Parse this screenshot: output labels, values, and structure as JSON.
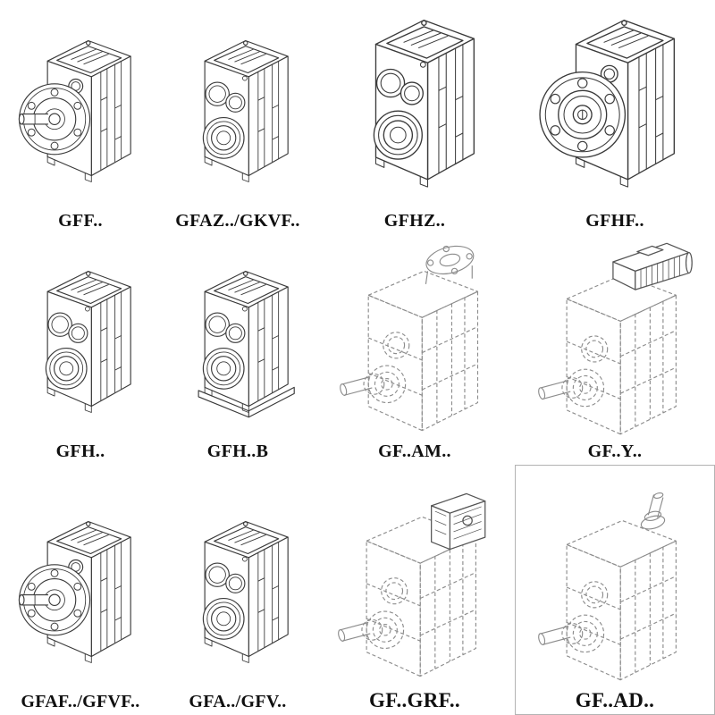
{
  "page": {
    "background": "#ffffff",
    "ink": "#3a3a3a",
    "dashed_ink": "#8c8c8c"
  },
  "grid": {
    "cells": [
      {
        "label": "GFF..",
        "symbol": "#gb-flange-shaft",
        "drawing": "gear-unit-output-flange-with-shaft",
        "line_style": "solid"
      },
      {
        "label": "GFAZ../GKVF..",
        "symbol": "#gb-bore",
        "drawing": "gear-unit-hollow-shaft",
        "line_style": "solid"
      },
      {
        "label": "GFHZ..",
        "symbol": "#gb-bore",
        "drawing": "gear-unit-hollow-shaft",
        "line_style": "solid"
      },
      {
        "label": "GFHF..",
        "symbol": "#gb-flange-front",
        "drawing": "gear-unit-bolt-flange-front",
        "line_style": "solid"
      },
      {
        "label": "GFH..",
        "symbol": "#gb-bore",
        "drawing": "gear-unit-shaft-mounted",
        "line_style": "solid"
      },
      {
        "label": "GFH..B",
        "symbol": "#gb-bore-base",
        "drawing": "gear-unit-with-base-plate",
        "line_style": "solid"
      },
      {
        "label": "GF..AM..",
        "symbol": "#gb-am",
        "drawing": "gear-unit-motor-adapter-flange",
        "line_style": "dashed"
      },
      {
        "label": "GF..Y..",
        "symbol": "#gb-y",
        "drawing": "gear-unit-with-motor",
        "line_style": "dashed"
      },
      {
        "label": "GFAF../GFVF..",
        "symbol": "#gb-flange-shaft",
        "drawing": "gear-unit-output-flange-with-shaft",
        "line_style": "solid"
      },
      {
        "label": "GFA../GFV..",
        "symbol": "#gb-bore",
        "drawing": "gear-unit-hollow-shaft",
        "line_style": "solid"
      },
      {
        "label": "GF..GRF..",
        "symbol": "#gb-grf",
        "drawing": "gear-unit-with-cover-adapter",
        "line_style": "dashed"
      },
      {
        "label": "GF..AD..",
        "symbol": "#gb-ad",
        "drawing": "gear-unit-input-shaft-adapter",
        "line_style": "dashed"
      }
    ]
  }
}
